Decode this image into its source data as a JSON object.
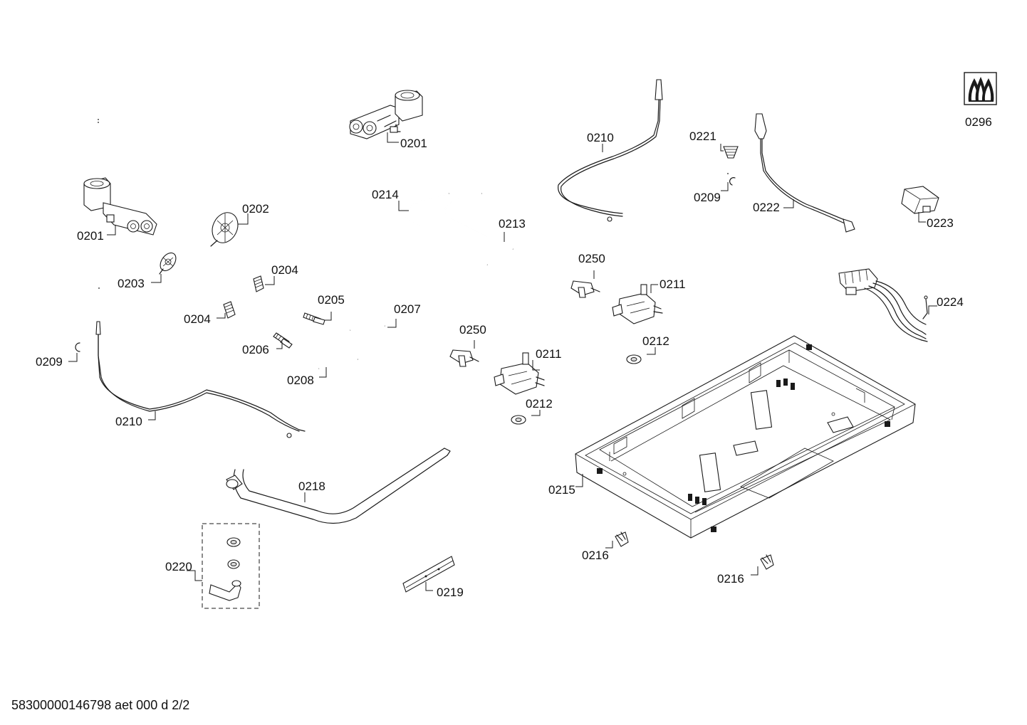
{
  "diagram": {
    "labels": {
      "l0201a": "0201",
      "l0201b": "0201",
      "l0202": "0202",
      "l0203": "0203",
      "l0204a": "0204",
      "l0204b": "0204",
      "l0205": "0205",
      "l0206": "0206",
      "l0207": "0207",
      "l0208": "0208",
      "l0209a": "0209",
      "l0209b": "0209",
      "l0210a": "0210",
      "l0210b": "0210",
      "l0211a": "0211",
      "l0211b": "0211",
      "l0212a": "0212",
      "l0212b": "0212",
      "l0213": "0213",
      "l0214": "0214",
      "l0215": "0215",
      "l0216a": "0216",
      "l0216b": "0216",
      "l0218": "0218",
      "l0219": "0219",
      "l0220": "0220",
      "l0221": "0221",
      "l0222": "0222",
      "l0223": "0223",
      "l0224": "0224",
      "l0250a": "0250",
      "l0250b": "0250",
      "l0296": "0296"
    },
    "footer": "58300000146798 aet 000 d 2/2"
  }
}
